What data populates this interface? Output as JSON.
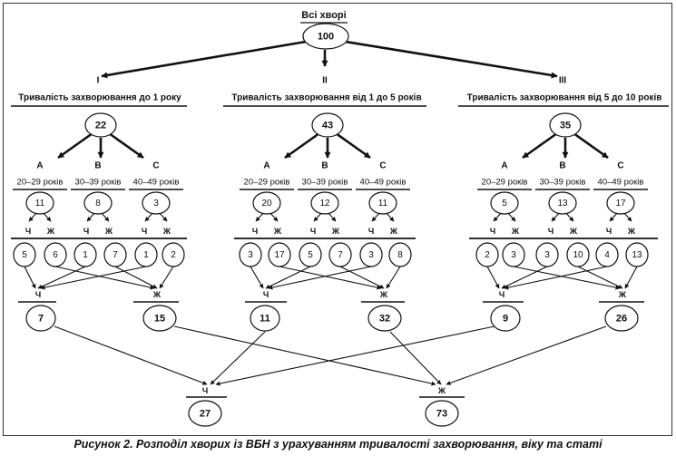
{
  "root": {
    "title": "Всі хворі",
    "value": "100"
  },
  "groups": [
    {
      "numeral": "I",
      "title": "Тривалість  захворювання до 1 року",
      "value": "22",
      "age_groups": [
        {
          "letter": "А",
          "range": "20–29 років",
          "value": "11",
          "m": "5",
          "f": "6"
        },
        {
          "letter": "В",
          "range": "30–39 років",
          "value": "8",
          "m": "1",
          "f": "7"
        },
        {
          "letter": "С",
          "range": "40–49 років",
          "value": "3",
          "m": "1",
          "f": "2"
        }
      ],
      "male_total": "7",
      "female_total": "15"
    },
    {
      "numeral": "II",
      "title": "Тривалість захворювання від 1 до 5 років",
      "value": "43",
      "age_groups": [
        {
          "letter": "А",
          "range": "20–29 років",
          "value": "20",
          "m": "3",
          "f": "17"
        },
        {
          "letter": "В",
          "range": "30–39 років",
          "value": "12",
          "m": "5",
          "f": "7"
        },
        {
          "letter": "С",
          "range": "40–49 років",
          "value": "11",
          "m": "3",
          "f": "8"
        }
      ],
      "male_total": "11",
      "female_total": "32"
    },
    {
      "numeral": "III",
      "title": "Тривалість захворювання від 5 до 10 років",
      "value": "35",
      "age_groups": [
        {
          "letter": "А",
          "range": "20–29 років",
          "value": "5",
          "m": "2",
          "f": "3"
        },
        {
          "letter": "В",
          "range": "30–39 років",
          "value": "13",
          "m": "3",
          "f": "10"
        },
        {
          "letter": "С",
          "range": "40–49 років",
          "value": "17",
          "m": "4",
          "f": "13"
        }
      ],
      "male_total": "9",
      "female_total": "26"
    }
  ],
  "labels": {
    "male": "Ч",
    "female": "Ж"
  },
  "totals": {
    "male": "27",
    "female": "73"
  },
  "caption": "Рисунок 2. Розподіл хворих із ВБН з урахуванням тривалості захворювання, віку та статі"
}
